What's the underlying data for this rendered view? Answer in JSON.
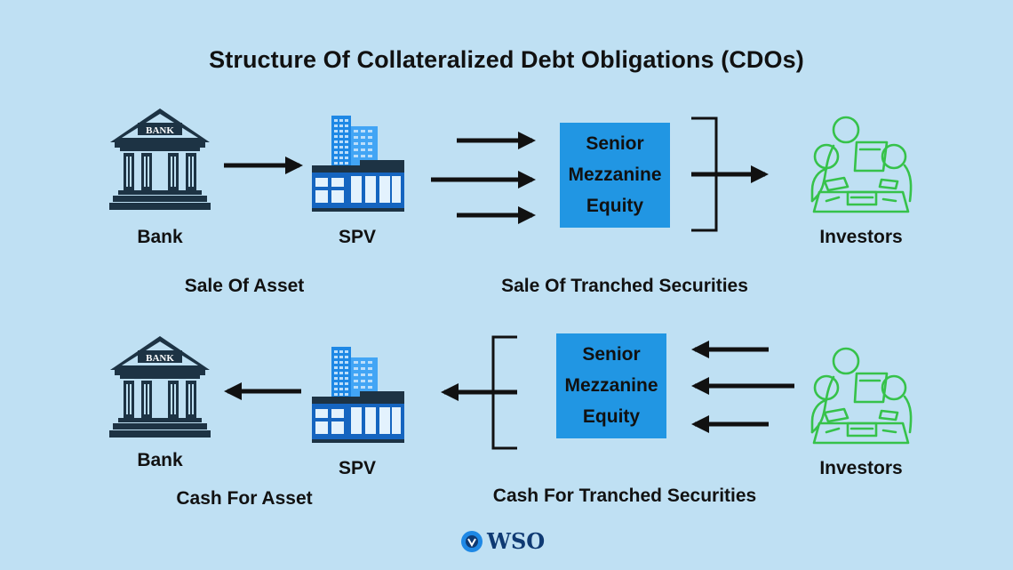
{
  "title": "Structure Of Collateralized Debt Obligations (CDOs)",
  "top": {
    "bank_label": "Bank",
    "spv_label": "SPV",
    "investors_label": "Investors",
    "caption_left": "Sale Of Asset",
    "caption_right": "Sale Of Tranched Securities",
    "tranches": [
      "Senior",
      "Mezzanine",
      "Equity"
    ]
  },
  "bottom": {
    "bank_label": "Bank",
    "spv_label": "SPV",
    "investors_label": "Investors",
    "caption_left": "Cash For Asset",
    "caption_right": "Cash For Tranched Securities",
    "tranches": [
      "Senior",
      "Mezzanine",
      "Equity"
    ]
  },
  "bank_sign_text": "BANK",
  "logo_text": "WSO",
  "colors": {
    "background": "#bfe0f3",
    "tranche_box": "#2196e3",
    "bank_icon": "#1d3344",
    "building_blue": "#1e88e5",
    "investors_green": "#36c24a",
    "logo_navy": "#0f3a73"
  },
  "icons": [
    "bank-icon",
    "building-icon",
    "investors-icon",
    "arrow-icon",
    "bracket-icon",
    "wso-logo-icon"
  ]
}
